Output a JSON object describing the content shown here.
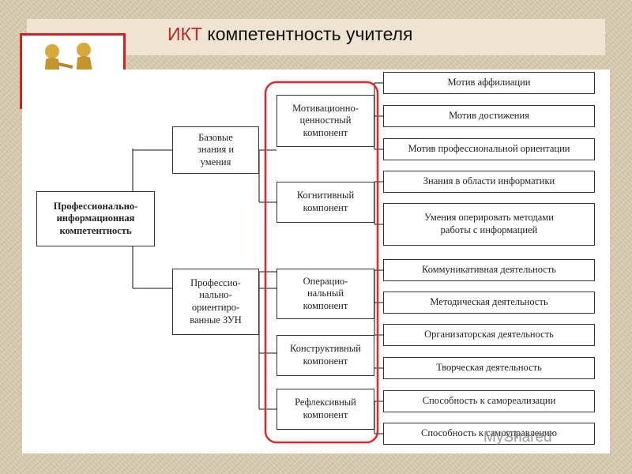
{
  "title": {
    "part1": "ИКТ",
    "part2": " компетентность учителя"
  },
  "logo": {
    "icon": "figures-with-laptop-icon"
  },
  "diagram": {
    "root": "Профессионально-\nинформационная\nкомпетентность",
    "groups": {
      "basic": "Базовые\nзнания и\nумения",
      "professional": "Профессио-\nнально-\nориентиро-\nванные ЗУН"
    },
    "components": [
      "Мотивационно-\nценностный\nкомпонент",
      "Когнитивный\nкомпонент",
      "Операцио-\nнальный\nкомпонент",
      "Конструктивный\nкомпонент",
      "Рефлексивный\nкомпонент"
    ],
    "leaves": [
      "Мотив аффилиации",
      "Мотив достижения",
      "Мотив профессиональной ориентации",
      "Знания в области информатики",
      "Умения оперировать методами\nработы с информацией",
      "Коммуникативная деятельность",
      "Методическая деятельность",
      "Организаторская деятельность",
      "Творческая деятельность",
      "Способность к самореализации",
      "Способность к самоуправлению"
    ]
  },
  "watermark": "MyShared",
  "colors": {
    "accent_red": "#d42020",
    "title_red": "#c0262c"
  }
}
